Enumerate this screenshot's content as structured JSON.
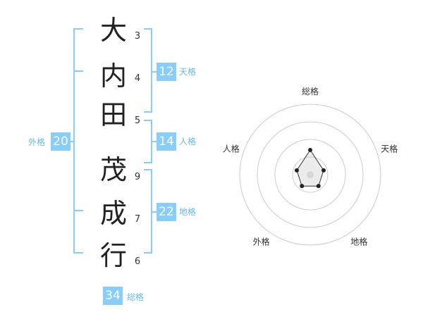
{
  "name_chars": [
    {
      "char": "大",
      "strokes": "3"
    },
    {
      "char": "内",
      "strokes": "4"
    },
    {
      "char": "田",
      "strokes": "5"
    },
    {
      "char": "茂",
      "strokes": "9"
    },
    {
      "char": "成",
      "strokes": "7"
    },
    {
      "char": "行",
      "strokes": "6"
    }
  ],
  "fortunes": {
    "tenkaku": {
      "value": "12",
      "label": "天格"
    },
    "jinkaku": {
      "value": "14",
      "label": "人格"
    },
    "chikaku": {
      "value": "22",
      "label": "地格"
    },
    "gaikaku": {
      "value": "20",
      "label": "外格"
    },
    "soukaku": {
      "value": "34",
      "label": "総格"
    }
  },
  "colors": {
    "accent": "#87cefa",
    "accent_text": "#66bbee"
  },
  "chart_data": {
    "type": "radar",
    "axes": [
      "総格",
      "天格",
      "地格",
      "外格",
      "人格"
    ],
    "values": [
      0.35,
      0.2,
      0.2,
      0.2,
      0.2
    ],
    "max": 1,
    "rings": 4
  }
}
